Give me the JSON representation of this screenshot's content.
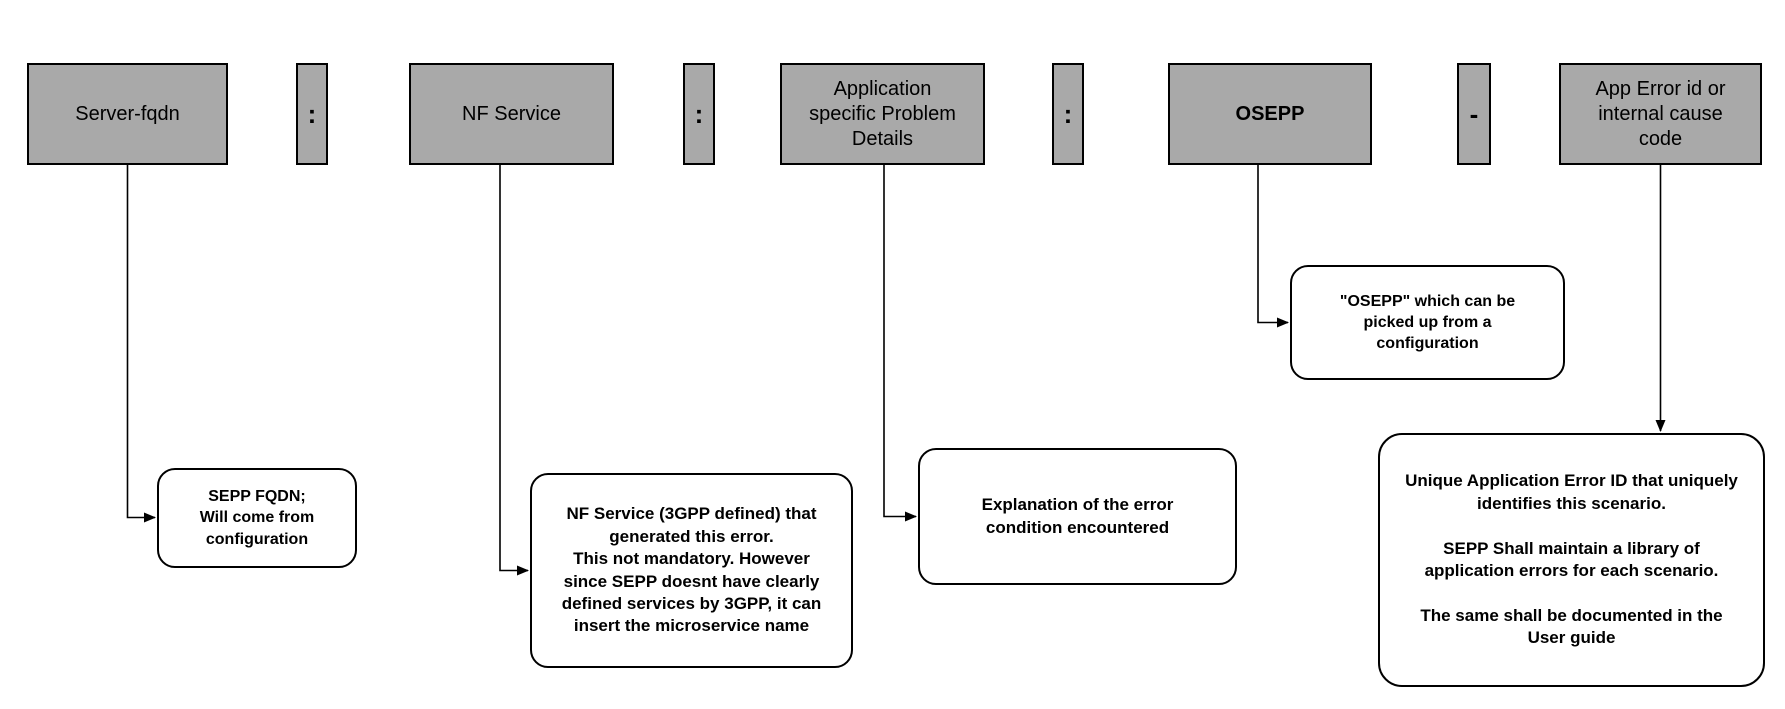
{
  "colors": {
    "background": "#ffffff",
    "node_fill": "#a9a9a9",
    "node_border": "#000000",
    "callout_fill": "#ffffff",
    "callout_border": "#000000",
    "arrow": "#000000"
  },
  "nodes": [
    {
      "id": "server-fqdn",
      "label": "Server-fqdn"
    },
    {
      "id": "separator-colon-1",
      "label": ":"
    },
    {
      "id": "nf-service",
      "label": "NF Service"
    },
    {
      "id": "separator-colon-2",
      "label": ":"
    },
    {
      "id": "app-specific-problem-details",
      "label": "Application\nspecific Problem\nDetails"
    },
    {
      "id": "separator-colon-3",
      "label": ":"
    },
    {
      "id": "osepp",
      "label": "OSEPP"
    },
    {
      "id": "separator-dash",
      "label": "-"
    },
    {
      "id": "app-error-id",
      "label": "App Error id or\ninternal cause\ncode"
    }
  ],
  "callouts": [
    {
      "id": "callout-server-fqdn",
      "text": "SEPP FQDN;\nWill come from\nconfiguration"
    },
    {
      "id": "callout-nf-service",
      "text": "NF Service (3GPP defined)  that\ngenerated this error.\nThis not mandatory. However\nsince SEPP doesnt have clearly\ndefined services by 3GPP, it can\ninsert the microservice name"
    },
    {
      "id": "callout-problem-details",
      "text": "Explanation of the error\ncondition encountered"
    },
    {
      "id": "callout-osepp",
      "text": "\"OSEPP\" which can be\npicked up from a\nconfiguration"
    },
    {
      "id": "callout-app-error-id",
      "text": "Unique Application Error ID that uniquely\nidentifies this scenario.\n\nSEPP Shall maintain a library of\napplication errors for each scenario.\n\nThe same shall be documented in the\nUser guide"
    }
  ],
  "connections": [
    {
      "from": "server-fqdn",
      "to": "callout-server-fqdn"
    },
    {
      "from": "nf-service",
      "to": "callout-nf-service"
    },
    {
      "from": "app-specific-problem-details",
      "to": "callout-problem-details"
    },
    {
      "from": "osepp",
      "to": "callout-osepp"
    },
    {
      "from": "app-error-id",
      "to": "callout-app-error-id"
    }
  ]
}
